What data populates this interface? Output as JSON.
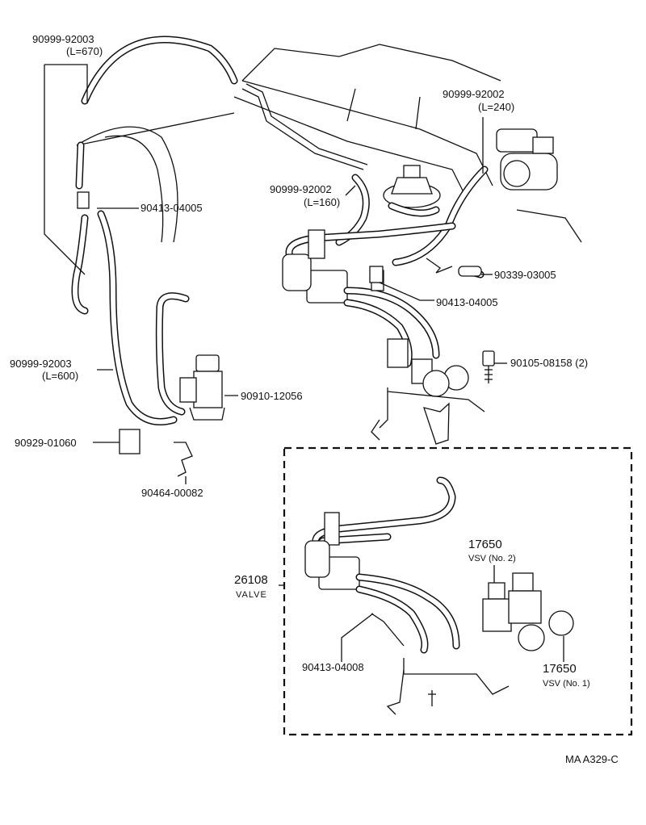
{
  "labels": {
    "hose_l670_part": "90999-92003",
    "hose_l670_len": "(L=670)",
    "hose_l240_part": "90999-92002",
    "hose_l240_len": "(L=240)",
    "hose_l160_part": "90999-92002",
    "hose_l160_len": "(L=160)",
    "clamp_upper_left": "90413-04005",
    "hose_l600_part": "90999-92003",
    "hose_l600_len": "(L=600)",
    "pipe_90339": "90339-03005",
    "clamp_center": "90413-04005",
    "bolt_90105": "90105-08158 (2)",
    "vsv_90910": "90910-12056",
    "clip_90929": "90929-01060",
    "clip_90464": "90464-00082",
    "valve_number": "26108",
    "valve_name": "VALVE",
    "vsv_no2_number": "17650",
    "vsv_no2_name": "VSV (No. 2)",
    "clamp_detail": "90413-04008",
    "vsv_no1_number": "17650",
    "vsv_no1_name": "VSV (No. 1)",
    "figure_code": "MA  A329-C"
  }
}
